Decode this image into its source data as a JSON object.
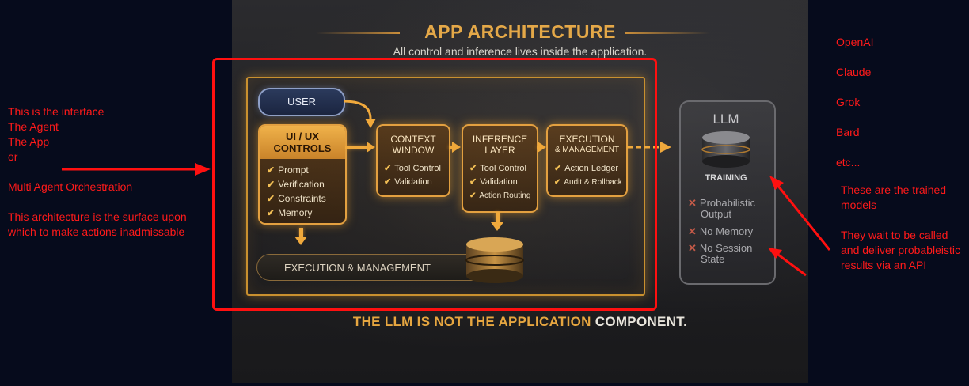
{
  "colors": {
    "annotation_red": "#ff1a1a",
    "gold": "#e3a040",
    "background": "#060b1c"
  },
  "left_annotation": {
    "lines": [
      "This is the interface",
      "The Agent",
      "The App",
      "or"
    ],
    "orchestration": "Multi Agent Orchestration",
    "paragraph": "This architecture is the surface upon which to make actions inadmissable"
  },
  "right_annotation": {
    "models": [
      "OpenAI",
      "Claude",
      "Grok",
      "Bard",
      "etc..."
    ],
    "para1": "These are the trained models",
    "para2": "They wait to be called and deliver probableistic results via an API"
  },
  "diagram": {
    "title": "APP ARCHITECTURE",
    "subtitle": "All control and inference lives inside the application.",
    "user": "USER",
    "uiux": {
      "title_line1": "UI / UX",
      "title_line2": "CONTROLS",
      "items": [
        "Prompt",
        "Verification",
        "Constraints",
        "Memory"
      ]
    },
    "context": {
      "title_line1": "CONTEXT",
      "title_line2": "WINDOW",
      "items": [
        "Tool Control",
        "Validation"
      ]
    },
    "inference": {
      "title_line1": "INFERENCE",
      "title_line2": "LAYER",
      "items": [
        "Tool Control",
        "Validation",
        "Action Routing"
      ]
    },
    "execution": {
      "title_line1": "EXECUTION",
      "title_line2": "& MANAGEMENT",
      "items": [
        "Action Ledger",
        "Audit & Rollback"
      ]
    },
    "exec_bar": "EXECUTION & MANAGEMENT",
    "llm": {
      "title": "LLM",
      "training": "TRAINING",
      "x_items": [
        [
          "Probabilistic",
          "Output"
        ],
        [
          "No Memory"
        ],
        [
          "No Session",
          "State"
        ]
      ]
    },
    "bottom_gold": "THE LLM IS NOT THE APPLICATION",
    "bottom_white": "COMPONENT."
  }
}
